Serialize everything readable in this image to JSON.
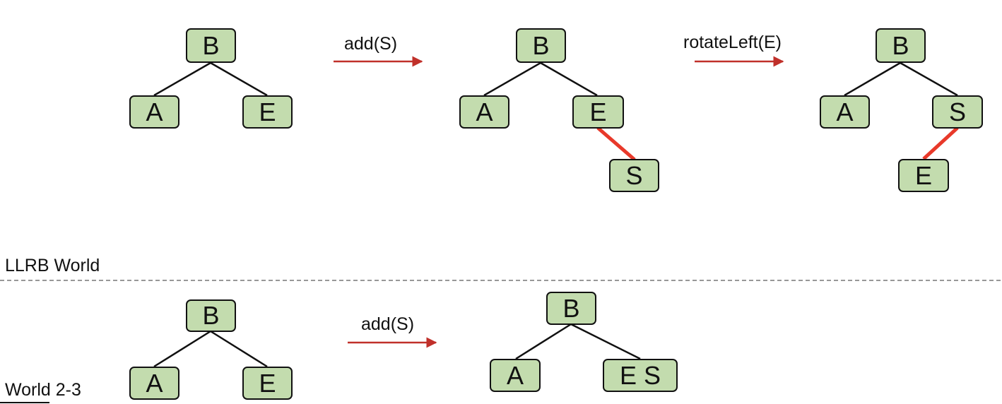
{
  "colors": {
    "node_fill": "#c3dcae",
    "node_border": "#111111",
    "black_link": "#111111",
    "red_link": "#e8392a",
    "arrow": "#c0302a",
    "divider": "#777777"
  },
  "llrb": {
    "tree1": {
      "root": "B",
      "left": "A",
      "right": "E"
    },
    "op1": "add(S)",
    "tree2": {
      "root": "B",
      "left": "A",
      "right": "E",
      "right_right": "S"
    },
    "op2": "rotateLeft(E)",
    "tree3": {
      "root": "B",
      "left": "A",
      "right": "S",
      "right_left": "E"
    },
    "world_label": "LLRB World"
  },
  "two_three": {
    "tree1": {
      "root": "B",
      "left": "A",
      "right": "E"
    },
    "op": "add(S)",
    "tree2": {
      "root": "B",
      "left": "A",
      "right": "E S"
    },
    "world_label": "World 2-3"
  }
}
